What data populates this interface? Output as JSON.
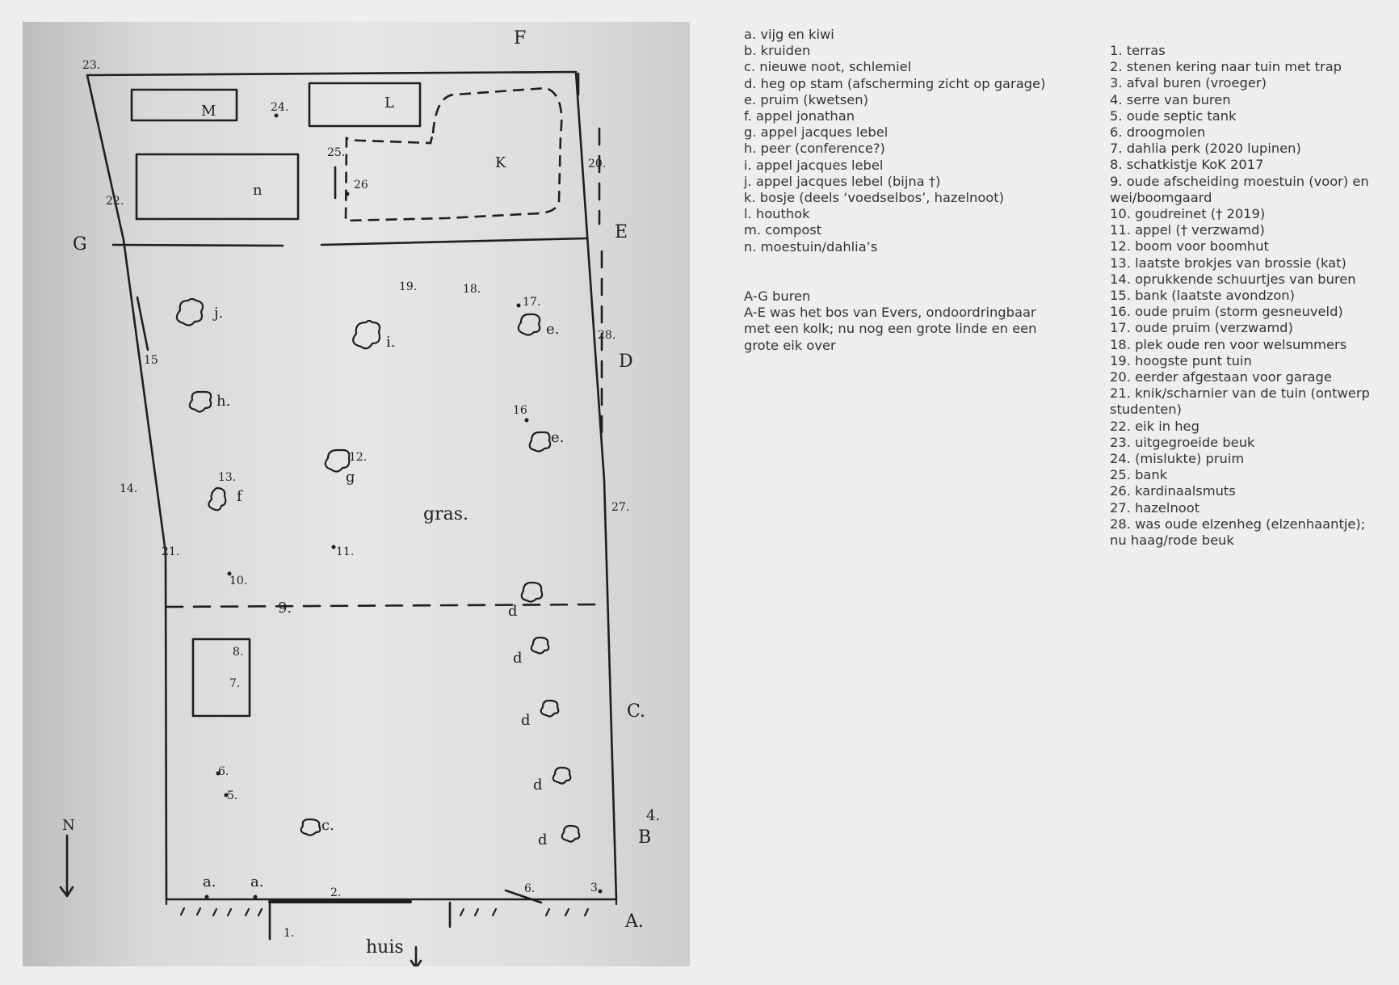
{
  "map": {
    "neighbour_labels": [
      "A.",
      "B",
      "C.",
      "D",
      "E",
      "F",
      "G"
    ],
    "point_labels": [
      "1.",
      "2.",
      "3.",
      "4.",
      "5.",
      "6.",
      "6.",
      "7.",
      "8.",
      "9.",
      "10.",
      "11.",
      "12.",
      "13.",
      "14.",
      "15",
      "16",
      "17.",
      "18.",
      "19.",
      "20.",
      "21.",
      "22.",
      "23.",
      "24.",
      "25.",
      "26",
      "27.",
      "28."
    ],
    "tree_labels": [
      "a.",
      "a.",
      "c.",
      "d",
      "d",
      "d",
      "d",
      "d",
      "e.",
      "e.",
      "f",
      "g",
      "h.",
      "i.",
      "j.",
      "K",
      "L",
      "M",
      "n"
    ],
    "grass_label": "gras.",
    "house_label": "huis",
    "north_label": "N"
  },
  "legend": {
    "letters": [
      "a. vijg en kiwi",
      "b. kruiden",
      "c. nieuwe noot, schlemiel",
      "d. heg op stam (afscherming zicht op garage)",
      "e. pruim (kwetsen)",
      "f. appel jonathan",
      "g. appel jacques lebel",
      "h. peer (conference?)",
      "i. appel jacques lebel",
      "j. appel jacques lebel (bijna †)",
      "k. bosje (deels ‘voedselbos’, hazelnoot)",
      "l. houthok",
      "m. compost",
      "n. moestuin/dahlia’s"
    ],
    "neighbours_title": "A-G buren",
    "neighbours_note": "A-E was het bos van Evers, ondoordringbaar met een kolk; nu nog een grote linde en een grote eik over",
    "numbers": [
      "1. terras",
      "2. stenen kering naar tuin met trap",
      "3. afval buren (vroeger)",
      "4. serre van buren",
      "5. oude septic tank",
      "6. droogmolen",
      "7. dahlia perk (2020 lupinen)",
      "8. schatkistje KoK 2017",
      "9. oude afscheiding moestuin (voor) en wei/boomgaard",
      "10. goudreinet († 2019)",
      "11. appel († verzwamd)",
      "12. boom voor boomhut",
      "13. laatste brokjes van brossie (kat)",
      "14. oprukkende schuurtjes van buren",
      "15. bank (laatste avondzon)",
      "16. oude pruim (storm gesneuveld)",
      "17. oude pruim (verzwamd)",
      "18. plek oude ren voor welsummers",
      "19. hoogste punt tuin",
      "20. eerder afgestaan voor garage",
      "21. knik/scharnier van de tuin (ontwerp studenten)",
      "22. eik in heg",
      "23. uitgegroeide beuk",
      "24. (mislukte) pruim",
      "25. bank",
      "26. kardinaalsmuts",
      "27. hazelnoot",
      "28. was oude elzenheg (elzenhaantje); nu haag/rode beuk"
    ]
  }
}
